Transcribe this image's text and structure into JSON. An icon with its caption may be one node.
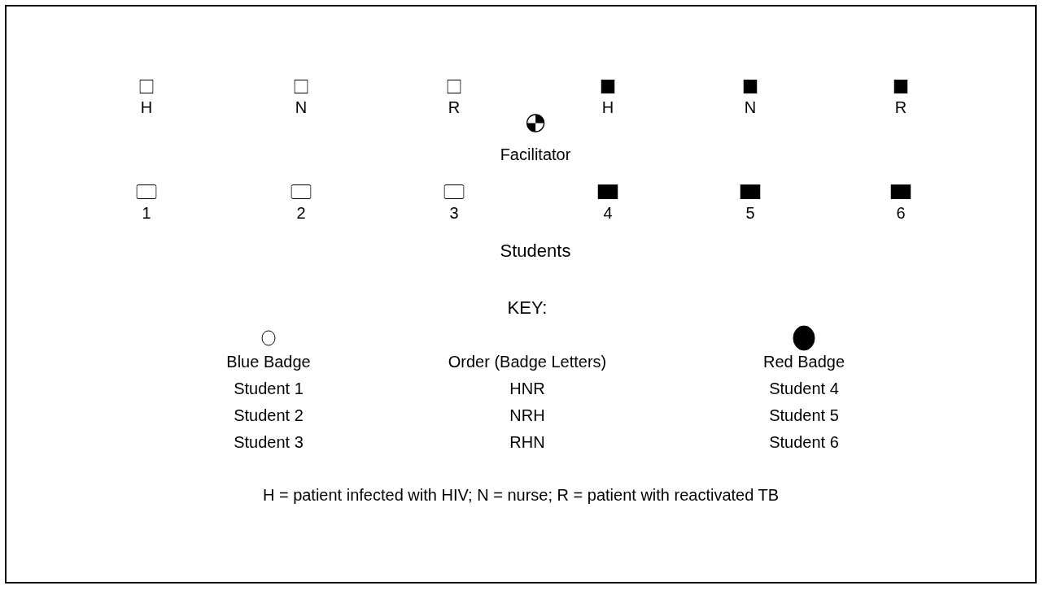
{
  "diagram": {
    "caption": "H = patient infected with HIV; N = nurse; R = patient with reactivated TB",
    "nodes": [
      {
        "text": [
          "H"
        ]
      },
      {
        "text": [
          "N"
        ]
      },
      {
        "text": [
          "R"
        ]
      },
      {
        "text": [
          "H"
        ]
      },
      {
        "text": [
          "N"
        ]
      },
      {
        "text": [
          "R"
        ]
      },
      {
        "text": [
          "Facilitator"
        ]
      },
      {
        "text": [
          "1"
        ]
      },
      {
        "text": [
          "2"
        ]
      },
      {
        "text": [
          "3"
        ]
      },
      {
        "text": [
          "4"
        ]
      },
      {
        "text": [
          "5"
        ]
      },
      {
        "text": [
          "6"
        ]
      }
    ],
    "edges": [],
    "labels": [
      "Students",
      "KEY:",
      "Order (Badge Letters)",
      "Student 1",
      "HNR",
      "Student 4",
      "Student 2",
      "NRH",
      "Student 5",
      "Student 3",
      "RHN",
      "Student 6"
    ],
    "legend": [
      {
        "text": "Blue Badge"
      },
      {
        "text": "Red Badge",
        "color": "#000000"
      }
    ]
  }
}
